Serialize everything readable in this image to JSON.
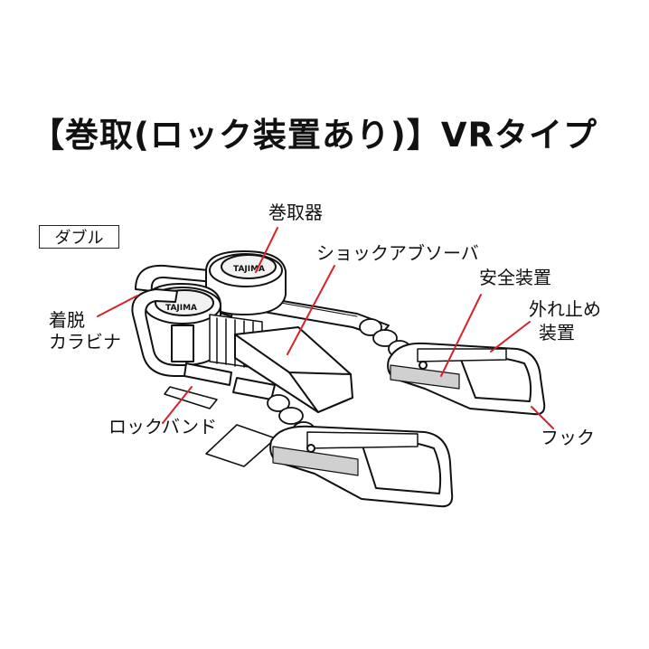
{
  "heading": "【巻取(ロック装置あり)】VRタイプ",
  "badge": "ダブル",
  "labels": {
    "reel": "巻取器",
    "shock_absorber": "ショックアブソーバ",
    "safety_device": "安全装置",
    "release_stop_line1": "外れ止め",
    "release_stop_line2": "装置",
    "carabiner_line1": "着脱",
    "carabiner_line2": "カラビナ",
    "lock_band": "ロックバンド",
    "hook": "フック"
  },
  "brand": "TAJIMA",
  "colors": {
    "leader": "#d8212a",
    "ink": "#111111",
    "fill": "#ffffff",
    "shade": "#d0d0d0"
  }
}
